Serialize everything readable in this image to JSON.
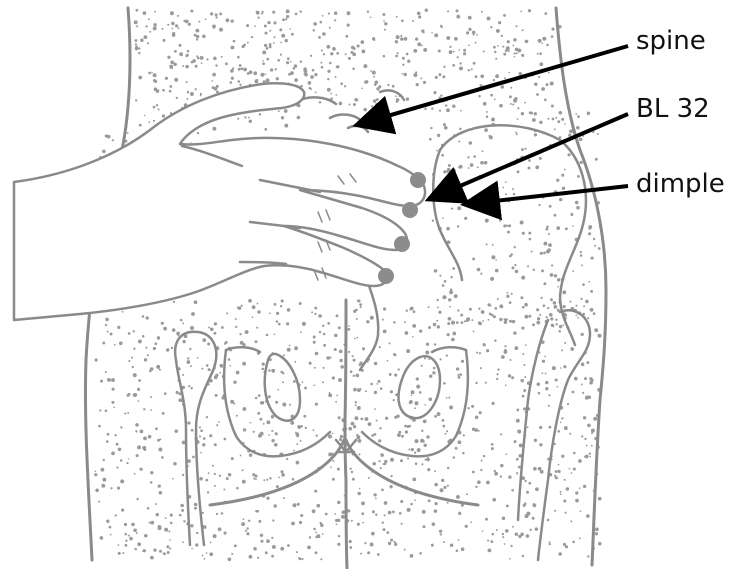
{
  "labels": {
    "spine": "spine",
    "bl32": "BL 32",
    "dimple": "dimple"
  },
  "colors": {
    "outline": "#8a8a8a",
    "stipple": "#9a9a9a",
    "marker_dot": "#8c8c8c",
    "arrow": "#000000",
    "text": "#111111"
  },
  "icons": {
    "arrowhead": "arrowhead-icon"
  }
}
